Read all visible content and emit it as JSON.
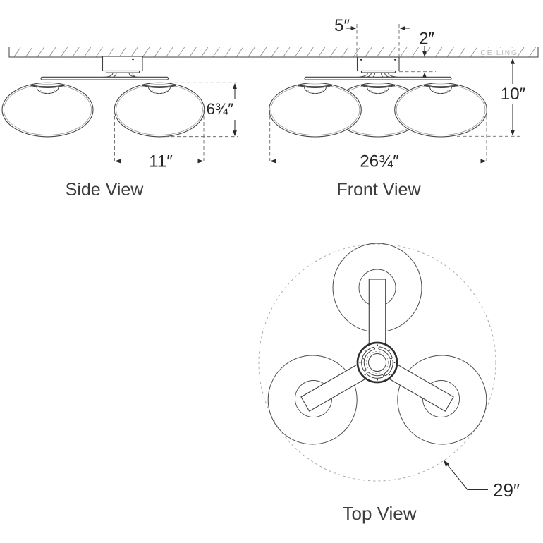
{
  "ceiling": {
    "label": "CEILING"
  },
  "side_view": {
    "label": "Side View",
    "dim_shade_height": "6¾″",
    "dim_shade_width": "11″"
  },
  "front_view": {
    "label": "Front View",
    "dim_backplate_width": "5″",
    "dim_ceiling_drop": "2″",
    "dim_overall_height": "10″",
    "dim_overall_width": "26¾″"
  },
  "top_view": {
    "label": "Top View",
    "dim_overall_diameter": "29″"
  },
  "colors": {
    "line": "#3f3f3f",
    "dimension": "#2b2b2b",
    "dashed_reference": "#6e6e6e",
    "ceiling_text": "#bcbcbc",
    "background": "#ffffff"
  }
}
